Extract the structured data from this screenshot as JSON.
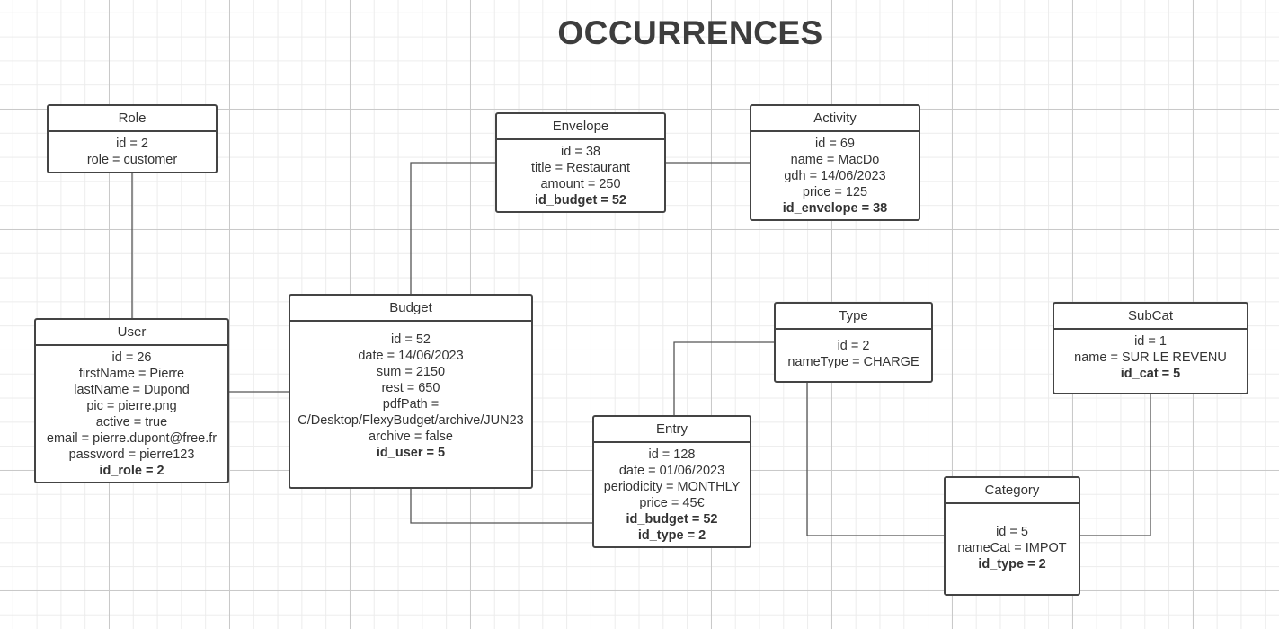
{
  "title": "OCCURRENCES",
  "entities": {
    "role": {
      "name": "Role",
      "fields": [
        "id = 2",
        "role = customer"
      ]
    },
    "envelope": {
      "name": "Envelope",
      "fields": [
        "id = 38",
        "title = Restaurant",
        "amount = 250"
      ],
      "fk": [
        "id_budget = 52"
      ]
    },
    "activity": {
      "name": "Activity",
      "fields": [
        "id = 69",
        "name = MacDo",
        "gdh = 14/06/2023",
        "price = 125"
      ],
      "fk": [
        "id_envelope = 38"
      ]
    },
    "user": {
      "name": "User",
      "fields": [
        "id = 26",
        "firstName = Pierre",
        "lastName = Dupond",
        "pic = pierre.png",
        "active = true",
        "email = pierre.dupont@free.fr",
        "password = pierre123"
      ],
      "fk": [
        "id_role = 2"
      ]
    },
    "budget": {
      "name": "Budget",
      "fields": [
        "id = 52",
        "date = 14/06/2023",
        "sum = 2150",
        "rest = 650",
        "pdfPath =",
        "C/Desktop/FlexyBudget/archive/JUN23",
        "archive = false"
      ],
      "fk": [
        "id_user = 5"
      ]
    },
    "type": {
      "name": "Type",
      "fields": [
        "id = 2",
        "nameType = CHARGE"
      ]
    },
    "subcat": {
      "name": "SubCat",
      "fields": [
        "id = 1",
        "name = SUR LE REVENU"
      ],
      "fk": [
        "id_cat = 5"
      ]
    },
    "entry": {
      "name": "Entry",
      "fields": [
        "id = 128",
        "date = 01/06/2023",
        "periodicity = MONTHLY",
        "price = 45€"
      ],
      "fk": [
        "id_budget = 52",
        "id_type = 2"
      ]
    },
    "category": {
      "name": "Category",
      "fields": [
        "id = 5",
        "nameCat = IMPOT"
      ],
      "fk": [
        "id_type = 2"
      ]
    }
  }
}
